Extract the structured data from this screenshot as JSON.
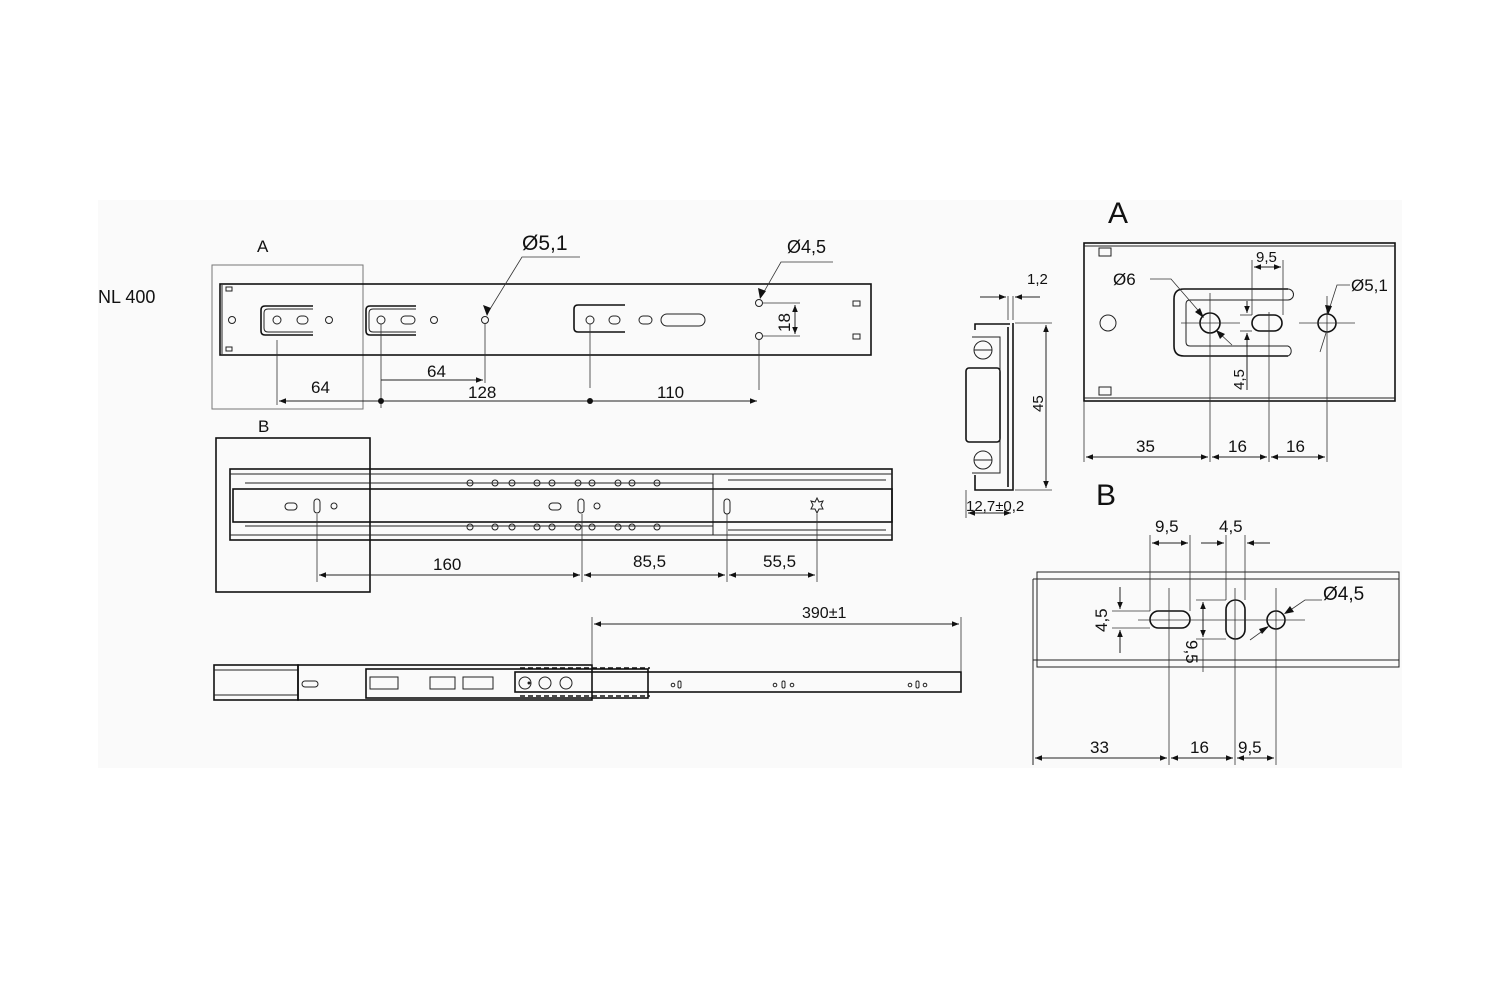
{
  "model_label": "NL 400",
  "detail_labels": {
    "a_marker": "A",
    "b_marker": "B",
    "a_title": "A",
    "b_title": "B"
  },
  "side_view": {
    "dims": {
      "d1": "64",
      "d2": "64",
      "d3": "128",
      "d4": "110",
      "d5": "18"
    },
    "callouts": {
      "hole1": "Ø5,1",
      "hole2": "Ø4,5"
    }
  },
  "inner_view": {
    "dims": {
      "d1": "160",
      "d2": "85,5",
      "d3": "55,5"
    }
  },
  "extended_view": {
    "dims": {
      "extension": "390±1"
    }
  },
  "cross_section": {
    "dims": {
      "thickness": "1,2",
      "height": "45",
      "width": "12,7±0,2"
    }
  },
  "detail_a": {
    "dims": {
      "d1": "35",
      "d2": "16",
      "d3": "16",
      "slot_len": "9,5",
      "slot_w": "4,5"
    },
    "callouts": {
      "hole_big": "Ø6",
      "hole_small": "Ø5,1"
    }
  },
  "detail_b": {
    "dims": {
      "d1": "33",
      "d2": "16",
      "d3": "9,5",
      "slot_len": "9,5",
      "slot_w_top": "4,5",
      "slot_h_left": "4,5",
      "slot_h_mid": "9,5"
    },
    "callouts": {
      "hole": "Ø4,5"
    }
  },
  "colors": {
    "line": "#111111",
    "background": "#fafafa",
    "frame": "#777777"
  }
}
